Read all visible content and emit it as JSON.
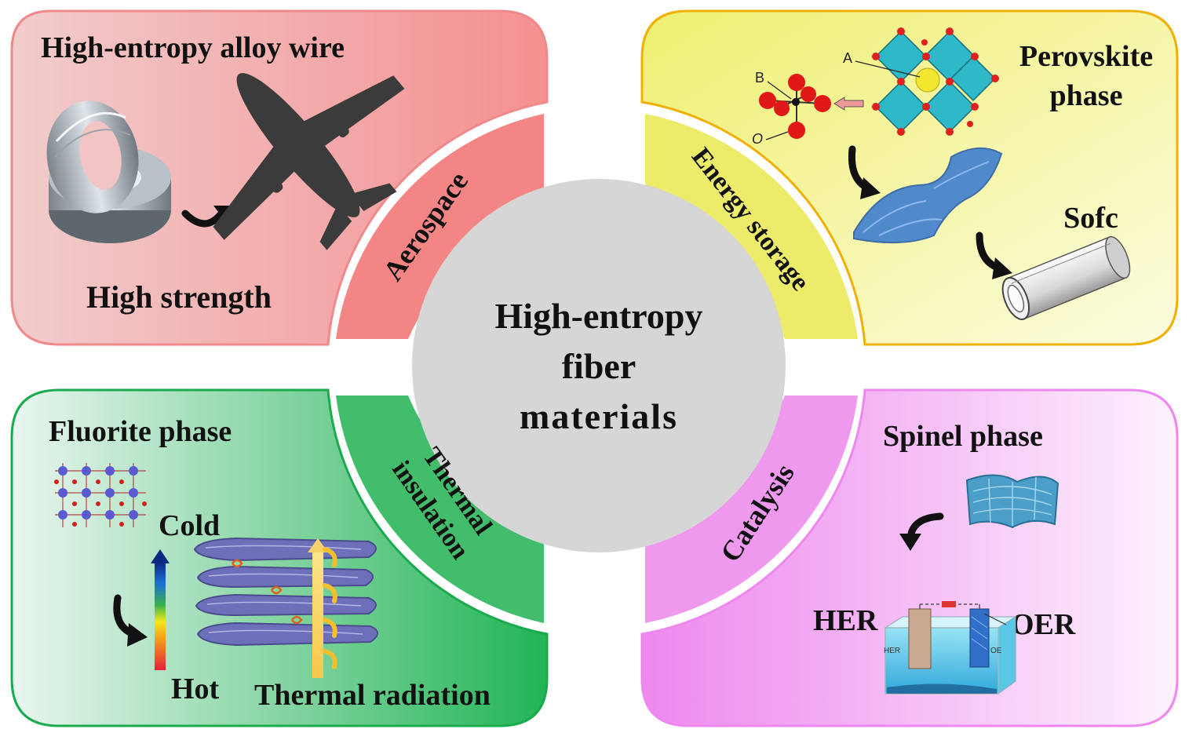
{
  "center": {
    "lines": [
      "High-entropy",
      "fiber",
      "materials"
    ]
  },
  "quadrants": {
    "top_left": {
      "sector_label": "Aerospace",
      "title": "High-entropy alloy wire",
      "caption": "High strength",
      "icons": [
        "wire-coil-icon",
        "airplane-icon",
        "curved-arrow-icon"
      ]
    },
    "top_right": {
      "sector_label": "Energy storage",
      "title_line1": "Perovskite",
      "title_line2": "phase",
      "caption": "Sofc",
      "atom_labels": {
        "a": "A",
        "b": "B",
        "o": "O"
      },
      "icons": [
        "perovskite-crystal-icon",
        "fiber-sheet-icon",
        "tube-icon",
        "curved-arrow-icon"
      ]
    },
    "bottom_left": {
      "sector_label_line1": "Thermal",
      "sector_label_line2": "insulation",
      "title": "Fluorite phase",
      "cold": "Cold",
      "hot": "Hot",
      "caption": "Thermal radiation",
      "icons": [
        "fluorite-lattice-icon",
        "temperature-gradient-icon",
        "fiber-layers-icon",
        "heat-arrows-icon"
      ]
    },
    "bottom_right": {
      "sector_label": "Catalysis",
      "title": "Spinel phase",
      "her": "HER",
      "oer": "OER",
      "electrode_left": "HER",
      "electrode_right": "OE",
      "icons": [
        "fiber-mat-icon",
        "electrolysis-cell-icon",
        "curved-arrow-icon"
      ]
    }
  },
  "colors": {
    "aerospace": "#f38585",
    "aerospace_panel_light": "#f2c6c6",
    "energy": "#ecec6a",
    "energy_panel_light": "#fbfbd6",
    "energy_border": "#f0b000",
    "thermal": "#41bd6c",
    "thermal_panel_light": "#e4f5ec",
    "thermal_border": "#1aab4e",
    "catalysis": "#ee99ee",
    "catalysis_panel_light": "#fbe8fb",
    "center": "#d6d6d6"
  }
}
